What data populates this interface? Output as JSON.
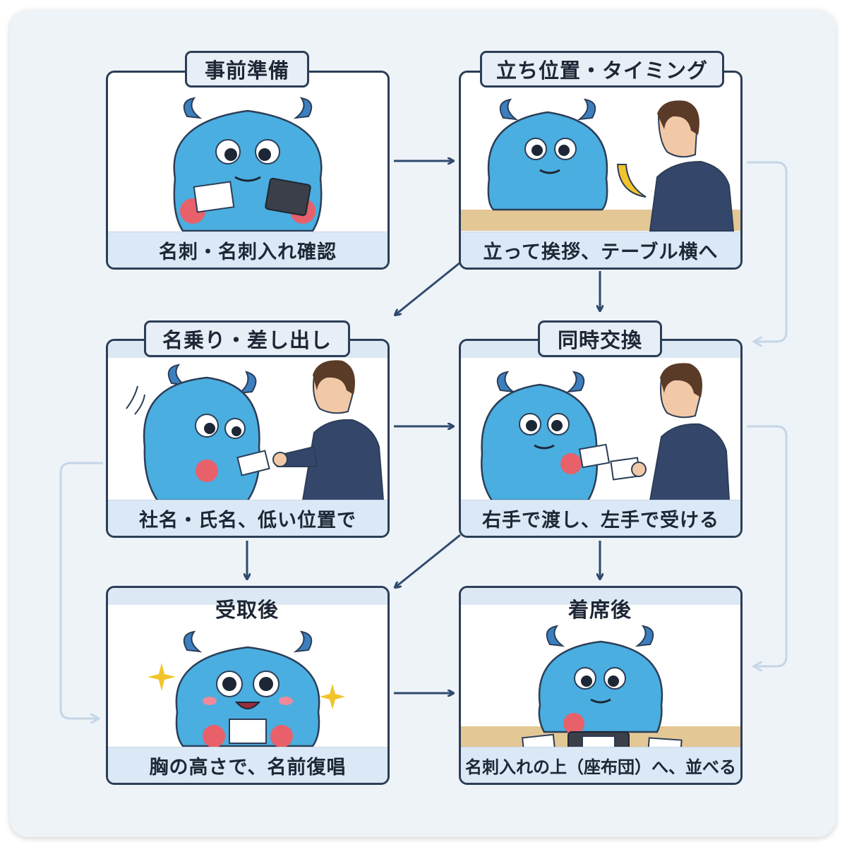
{
  "steps": [
    {
      "title": "事前準備",
      "caption": "名刺・名刺入れ確認"
    },
    {
      "title": "立ち位置・タイミング",
      "caption": "立って挨拶、テーブル横へ"
    },
    {
      "title": "名乗り・差し出し",
      "caption": "社名・氏名、低い位置で"
    },
    {
      "title": "同時交換",
      "caption": "右手で渡し、左手で受ける"
    },
    {
      "title": "受取後",
      "caption": "胸の高さで、名前復唱"
    },
    {
      "title": "着席後",
      "caption": "名刺入れの上（座布団）へ、並べる"
    }
  ],
  "colors": {
    "monster": "#4aaee0",
    "outline": "#2c3e57",
    "arrow": "#2f4a6e",
    "faint_arrow": "#c5d6e6",
    "caption_bg": "#dbe8f5"
  },
  "icons": [
    "monster-icon",
    "business-card-icon",
    "card-holder-icon",
    "businessman-icon",
    "banana-icon",
    "sparkle-icon",
    "arrow-icon"
  ]
}
